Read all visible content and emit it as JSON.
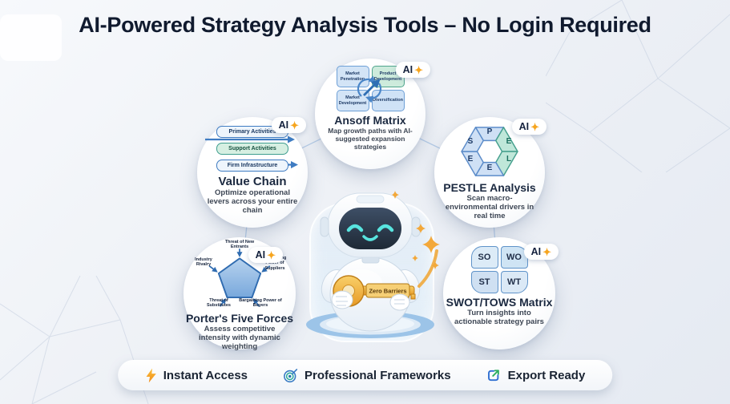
{
  "page": {
    "title": "AI-Powered Strategy Analysis Tools – No Login Required"
  },
  "ai_badge": {
    "label": "AI",
    "sparkle": "✦"
  },
  "cards": {
    "ansoff": {
      "title": "Ansoff Matrix",
      "subtitle": "Map growth paths with AI-suggested expansion strategies",
      "cells": {
        "top_left": "Market Penetration",
        "top_right": "Product Development",
        "bottom_left": "Market Development",
        "bottom_right": "Diversification"
      }
    },
    "value_chain": {
      "title": "Value Chain",
      "subtitle": "Optimize operational levers across your entire chain",
      "bars": {
        "primary": "Primary Activities",
        "support": "Support Activities",
        "infrastructure": "Firm Infrastructure"
      }
    },
    "pestle": {
      "title": "PESTLE Analysis",
      "subtitle": "Scan macro-environmental drivers in real time",
      "letters": {
        "top": "P",
        "top_left": "S",
        "top_right": "E",
        "bottom_left": "E",
        "bottom_right": "L",
        "bottom": "E"
      }
    },
    "porter": {
      "title": "Porter's Five Forces",
      "subtitle": "Assess competitive intensity with dynamic weighting",
      "forces": {
        "top": "Threat of New Entrants",
        "right": "Bargaining Power of Suppliers",
        "bottom_right": "Bargaining Power of Buyers",
        "bottom_left": "Threat of Substitutes",
        "left": "Industry Rivalry"
      }
    },
    "swot": {
      "title": "SWOT/TOWS Matrix",
      "subtitle": "Turn insights into actionable strategy pairs",
      "cells": {
        "so": "SO",
        "wo": "WO",
        "st": "ST",
        "wt": "WT"
      }
    }
  },
  "robot": {
    "key_label": "Zero Barriers"
  },
  "footer": {
    "items": [
      {
        "icon": "lightning-icon",
        "label": "Instant Access"
      },
      {
        "icon": "target-icon",
        "label": "Professional Frameworks"
      },
      {
        "icon": "export-icon",
        "label": "Export Ready"
      }
    ]
  },
  "colors": {
    "title_text": "#101a2e",
    "accent_blue": "#3f7cc2",
    "accent_teal": "#3f9e8f",
    "accent_gold": "#f5a623",
    "badge_text": "#14213d"
  }
}
